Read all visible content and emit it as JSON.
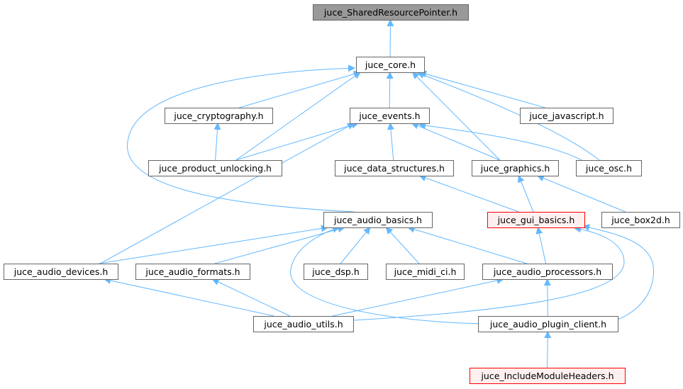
{
  "colors": {
    "edge": "#63b8ff",
    "node_fill": "#ffffff",
    "node_border": "#666666",
    "root_fill": "#999999",
    "root_border": "#666666",
    "highlight_fill": "#fff0f0",
    "highlight_border": "#ff0000"
  },
  "nodes": [
    {
      "id": "n0",
      "label": "juce_SharedResourcePointer.h",
      "style": "root"
    },
    {
      "id": "n1",
      "label": "juce_core.h",
      "style": "normal"
    },
    {
      "id": "n2",
      "label": "juce_cryptography.h",
      "style": "normal"
    },
    {
      "id": "n3",
      "label": "juce_events.h",
      "style": "normal"
    },
    {
      "id": "n4",
      "label": "juce_javascript.h",
      "style": "normal"
    },
    {
      "id": "n5",
      "label": "juce_product_unlocking.h",
      "style": "normal"
    },
    {
      "id": "n6",
      "label": "juce_data_structures.h",
      "style": "normal"
    },
    {
      "id": "n7",
      "label": "juce_graphics.h",
      "style": "normal"
    },
    {
      "id": "n8",
      "label": "juce_osc.h",
      "style": "normal"
    },
    {
      "id": "n9",
      "label": "juce_audio_basics.h",
      "style": "normal"
    },
    {
      "id": "n10",
      "label": "juce_gui_basics.h",
      "style": "highlight"
    },
    {
      "id": "n11",
      "label": "juce_box2d.h",
      "style": "normal"
    },
    {
      "id": "n12",
      "label": "juce_audio_devices.h",
      "style": "normal"
    },
    {
      "id": "n13",
      "label": "juce_audio_formats.h",
      "style": "normal"
    },
    {
      "id": "n14",
      "label": "juce_dsp.h",
      "style": "normal"
    },
    {
      "id": "n15",
      "label": "juce_midi_ci.h",
      "style": "normal"
    },
    {
      "id": "n16",
      "label": "juce_audio_processors.h",
      "style": "normal"
    },
    {
      "id": "n17",
      "label": "juce_audio_utils.h",
      "style": "normal"
    },
    {
      "id": "n18",
      "label": "juce_audio_plugin_client.h",
      "style": "normal"
    },
    {
      "id": "n19",
      "label": "juce_IncludeModuleHeaders.h",
      "style": "highlight"
    }
  ],
  "edges": [
    {
      "from": "n1",
      "to": "n0"
    },
    {
      "from": "n2",
      "to": "n1"
    },
    {
      "from": "n3",
      "to": "n1"
    },
    {
      "from": "n4",
      "to": "n1"
    },
    {
      "from": "n5",
      "to": "n1"
    },
    {
      "from": "n7",
      "to": "n1"
    },
    {
      "from": "n8",
      "to": "n1"
    },
    {
      "from": "n9",
      "to": "n1"
    },
    {
      "from": "n5",
      "to": "n2"
    },
    {
      "from": "n5",
      "to": "n3"
    },
    {
      "from": "n6",
      "to": "n3"
    },
    {
      "from": "n7",
      "to": "n3"
    },
    {
      "from": "n8",
      "to": "n3"
    },
    {
      "from": "n12",
      "to": "n3"
    },
    {
      "from": "n10",
      "to": "n6"
    },
    {
      "from": "n10",
      "to": "n7"
    },
    {
      "from": "n11",
      "to": "n7"
    },
    {
      "from": "n12",
      "to": "n9"
    },
    {
      "from": "n13",
      "to": "n9"
    },
    {
      "from": "n14",
      "to": "n9"
    },
    {
      "from": "n15",
      "to": "n9"
    },
    {
      "from": "n16",
      "to": "n9"
    },
    {
      "from": "n18",
      "to": "n9"
    },
    {
      "from": "n16",
      "to": "n10"
    },
    {
      "from": "n17",
      "to": "n10"
    },
    {
      "from": "n18",
      "to": "n10"
    },
    {
      "from": "n17",
      "to": "n12"
    },
    {
      "from": "n17",
      "to": "n13"
    },
    {
      "from": "n17",
      "to": "n16"
    },
    {
      "from": "n18",
      "to": "n16"
    },
    {
      "from": "n19",
      "to": "n18"
    }
  ]
}
